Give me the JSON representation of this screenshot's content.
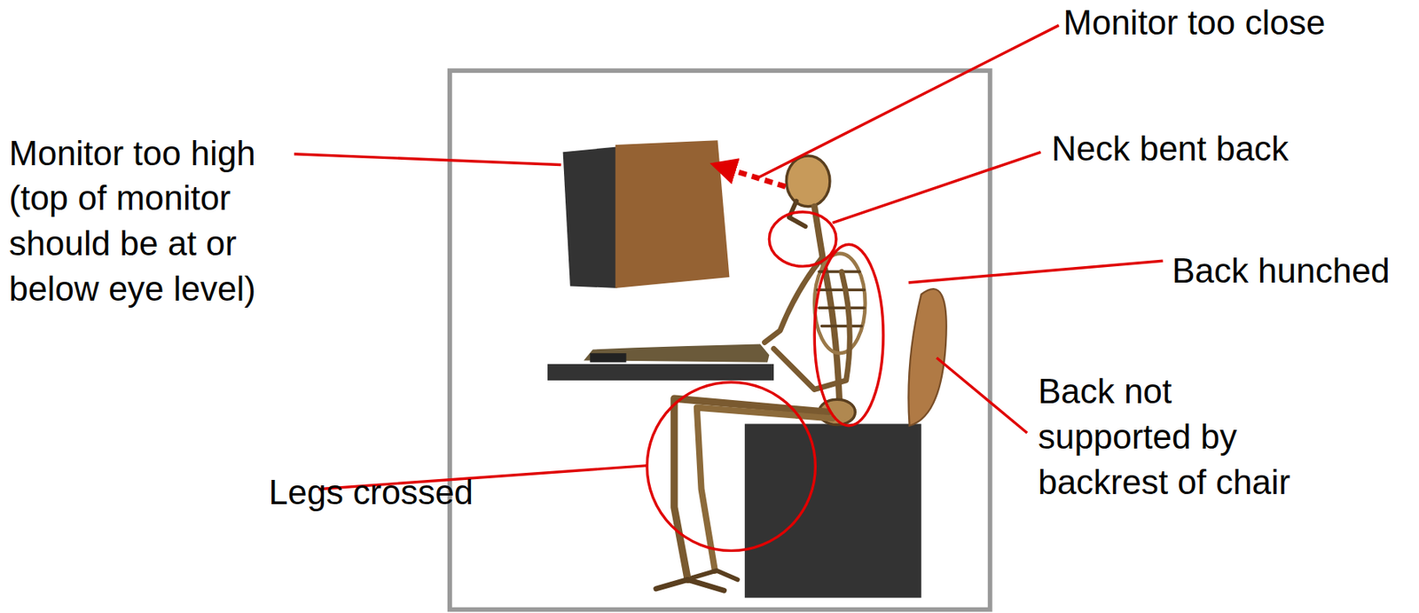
{
  "diagram": {
    "labels": [
      "Monitor too close",
      "Monitor too high (top of monitor should be at or below eye level)",
      "Neck bent back",
      "Back hunched",
      "Back not supported by backrest of chair",
      "Legs crossed"
    ]
  }
}
